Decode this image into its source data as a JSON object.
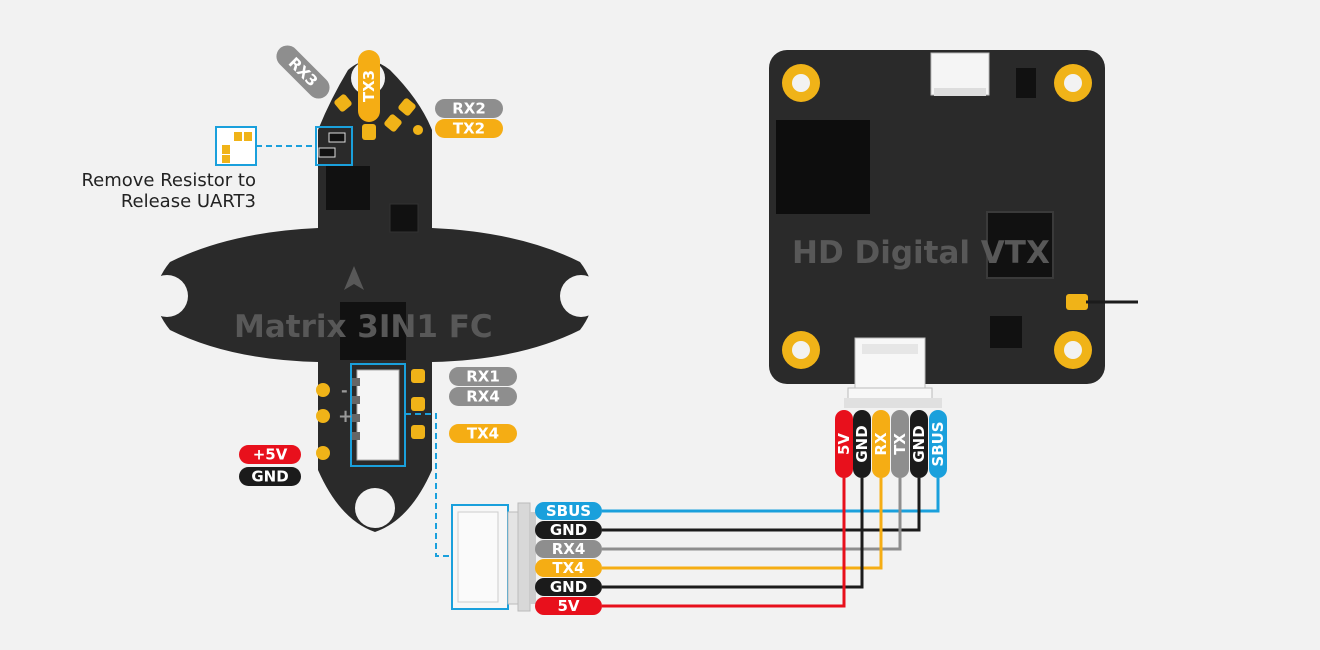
{
  "fc": {
    "title": "Matrix 3IN1 FC",
    "note_line1": "Remove Resistor to",
    "note_line2": "Release UART3",
    "plus_sign": "+",
    "minus_sign": "-",
    "labels": {
      "rx3": "RX3",
      "tx3": "TX3",
      "rx2": "RX2",
      "tx2": "TX2",
      "rx1": "RX1",
      "rx4": "RX4",
      "tx4": "TX4",
      "plus5v": "+5V",
      "gnd": "GND"
    }
  },
  "vtx": {
    "title": "HD Digital VTX",
    "pins": [
      "5V",
      "GND",
      "RX",
      "TX",
      "GND",
      "SBUS"
    ]
  },
  "connector": {
    "pins": [
      "SBUS",
      "GND",
      "RX4",
      "TX4",
      "GND",
      "5V"
    ]
  },
  "colors": {
    "red": "#e8101c",
    "black": "#1b1b1b",
    "yellow": "#f5ad14",
    "gray": "#8e8e8e",
    "blue": "#1aa0dc",
    "board": "#2a2a2a",
    "pad_gold": "#f0b318",
    "background": "#f2f2f2"
  }
}
